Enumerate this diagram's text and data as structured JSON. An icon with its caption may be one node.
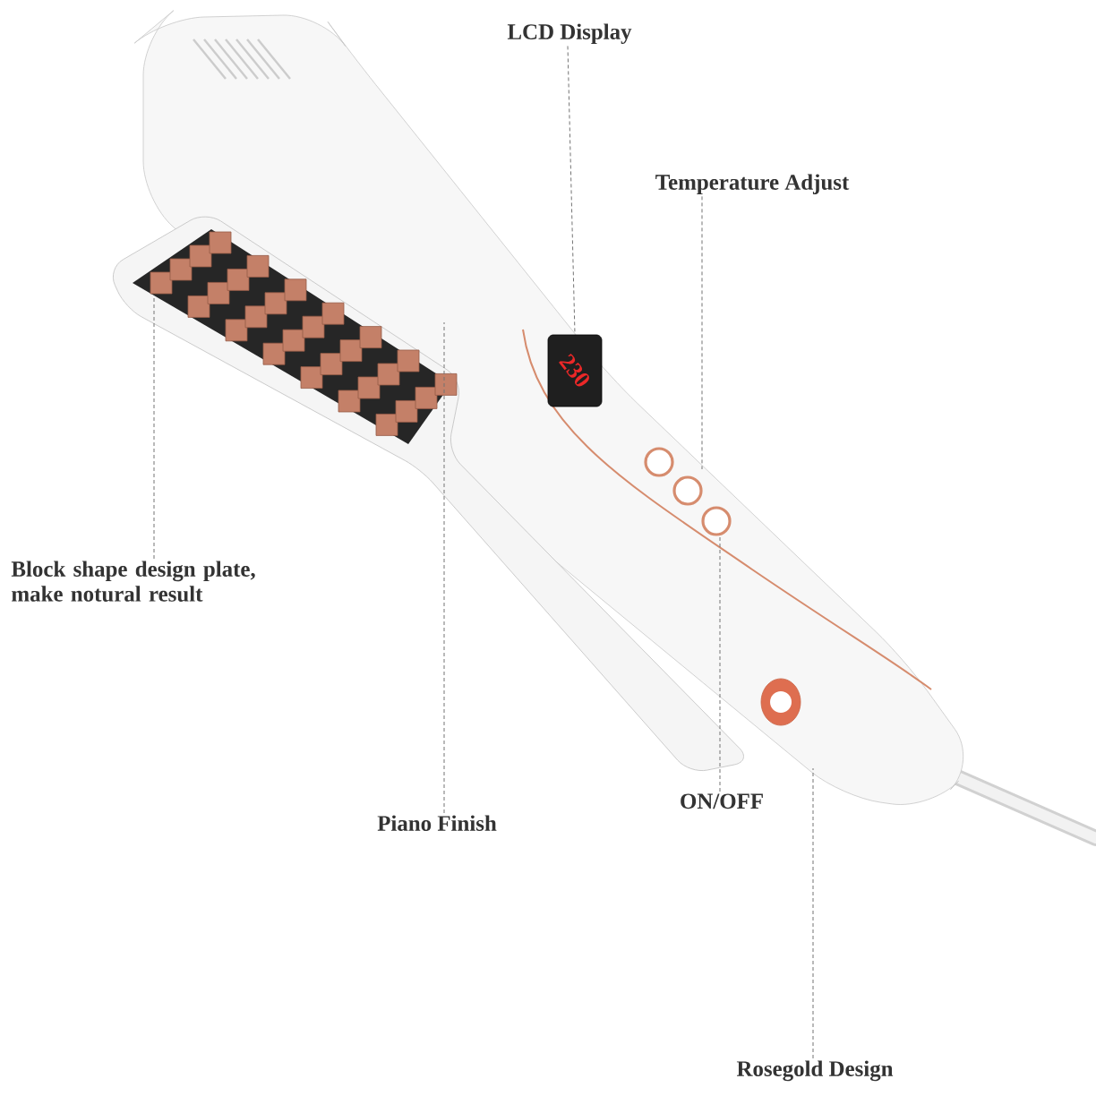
{
  "diagram": {
    "nodes": [
      {
        "text": [
          "LCD Display"
        ]
      },
      {
        "text": [
          "Temperature Adjust"
        ]
      },
      {
        "text": [
          "Block shape design plate, make notural result"
        ]
      },
      {
        "text": [
          "Piano Finish"
        ]
      },
      {
        "text": [
          "ON/OFF"
        ]
      },
      {
        "text": [
          "Rosegold Design"
        ]
      },
      {
        "text": [],
        "shape": "box"
      }
    ],
    "edges": [
      {
        "from": 0,
        "to": 6,
        "arrow": "none",
        "style": "dashed"
      },
      {
        "from": 1,
        "to": null,
        "arrow": "none",
        "style": "dashed"
      },
      {
        "from": 2,
        "to": null,
        "arrow": "none",
        "style": "dashed"
      },
      {
        "from": 3,
        "to": null,
        "arrow": "none",
        "style": "dashed"
      },
      {
        "from": 4,
        "to": null,
        "arrow": "none",
        "style": "dashed"
      },
      {
        "from": 5,
        "to": null,
        "arrow": "none",
        "style": "dashed"
      }
    ],
    "labels": [
      "230"
    ]
  }
}
